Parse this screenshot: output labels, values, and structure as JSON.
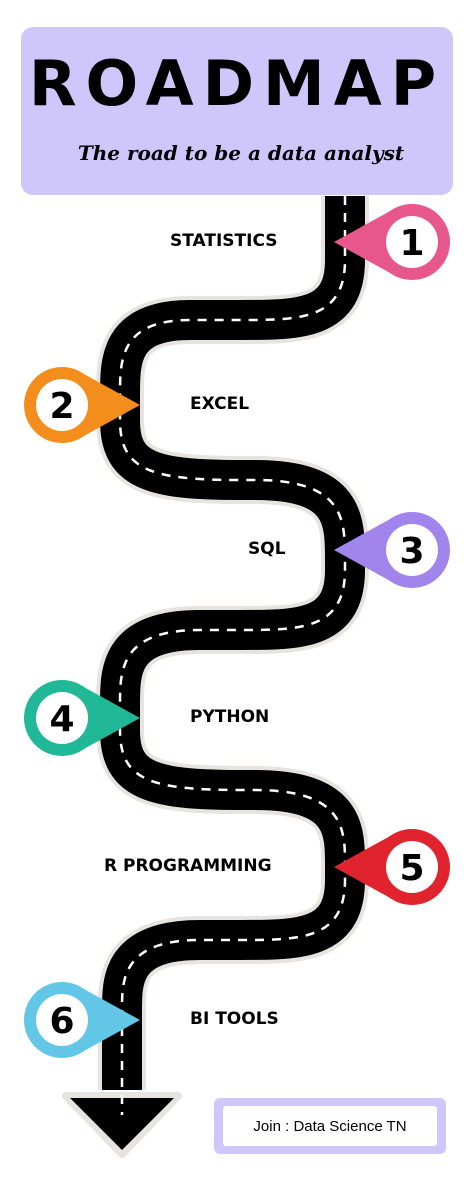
{
  "header": {
    "title": "ROADMAP",
    "subtitle": "The road to be a data analyst"
  },
  "steps": [
    {
      "number": "1",
      "label": "STATISTICS",
      "color": "#e8578b"
    },
    {
      "number": "2",
      "label": "EXCEL",
      "color": "#f38e1c"
    },
    {
      "number": "3",
      "label": "SQL",
      "color": "#a185ec"
    },
    {
      "number": "4",
      "label": "PYTHON",
      "color": "#21b897"
    },
    {
      "number": "5",
      "label": "R PROGRAMMING",
      "color": "#e1232d"
    },
    {
      "number": "6",
      "label": "BI TOOLS",
      "color": "#62c6e6"
    }
  ],
  "footer": {
    "join_text": "Join : Data Science TN"
  },
  "colors": {
    "header_bg": "#cfc6fb",
    "road": "#000000",
    "road_edge": "#e7e4df"
  }
}
